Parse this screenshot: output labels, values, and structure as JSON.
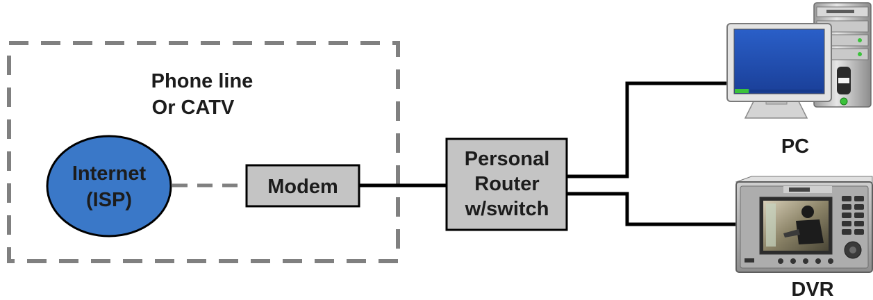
{
  "region": {
    "line1": "Phone line",
    "line2": "Or CATV"
  },
  "internet": {
    "line1": "Internet",
    "line2": "(ISP)"
  },
  "modem": {
    "label": "Modem"
  },
  "router": {
    "line1": "Personal",
    "line2": "Router",
    "line3": "w/switch"
  },
  "pc": {
    "label": "PC"
  },
  "dvr": {
    "label": "DVR"
  },
  "colors": {
    "internet_fill": "#3a78c8",
    "box_fill": "#c4c4c4",
    "dash": "#808080",
    "wire": "#000000",
    "monitor_screen": "#1f4fb0"
  }
}
